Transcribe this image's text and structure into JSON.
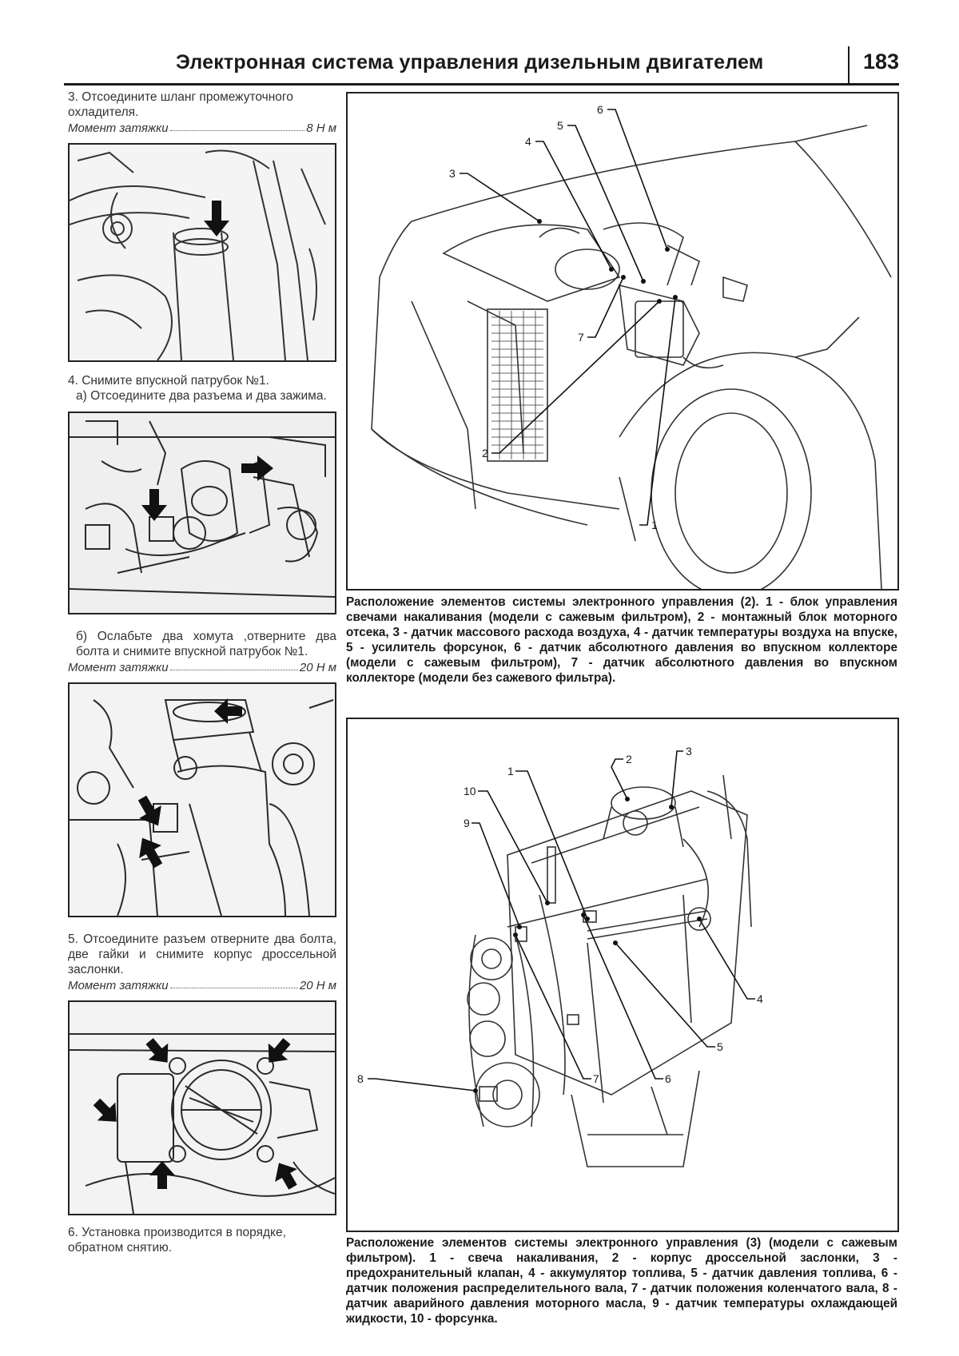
{
  "header": {
    "title": "Электронная система управления дизельным двигателем",
    "page_number": "183"
  },
  "left": {
    "step3_text": "3. Отсоедините шланг промежуточного охладителя.",
    "step3_torque_label": "Момент затяжки",
    "step3_torque_value": "8 Н м",
    "step4_text": "4. Снимите впускной патрубок №1.",
    "step4a_text": "а) Отсоедините два разъема и два зажима.",
    "step4b_text": "б) Ослабьте два хомута ,отверните два болта и снимите впускной патрубок №1.",
    "step4b_torque_label": "Момент затяжки",
    "step4b_torque_value": "20 Н м",
    "step5_text": "5. Отсоедините разъем отверните два болта, две гайки и снимите корпус дроссельной заслонки.",
    "step5_torque_label": "Момент затяжки",
    "step5_torque_value": "20 Н м",
    "step6_text": "6. Установка производится в порядке, обратном снятию."
  },
  "right": {
    "diagram1_callouts": [
      "1",
      "2",
      "3",
      "4",
      "5",
      "6",
      "7"
    ],
    "diagram1_caption": "Расположение элементов системы электронного управления (2). 1 - блок управления свечами накаливания (модели с сажевым фильтром), 2 - монтажный блок моторного отсека, 3 - датчик массового расхода воздуха, 4 - датчик температуры воздуха на впуске, 5 - усилитель форсунок, 6 - датчик абсолютного давления во впускном коллекторе (модели с сажевым фильтром), 7 - датчик абсолютного давления во впускном коллекторе (модели без сажевого фильтра).",
    "diagram2_callouts": [
      "1",
      "2",
      "3",
      "4",
      "5",
      "6",
      "7",
      "8",
      "9",
      "10"
    ],
    "diagram2_caption": "Расположение элементов системы электронного управления (3) (модели с сажевым фильтром). 1 - свеча накаливания, 2 - корпус дроссельной заслонки, 3 - предохранительный клапан, 4 - аккумулятор топлива, 5 - датчик давления топлива, 6 - датчик положения распределительного вала, 7 - датчик положения коленчатого вала, 8 - датчик аварийного давления моторного масла, 9 - датчик температуры охлаждающей жидкости, 10 - форсунка."
  },
  "icons": [
    "arrow-icon"
  ]
}
